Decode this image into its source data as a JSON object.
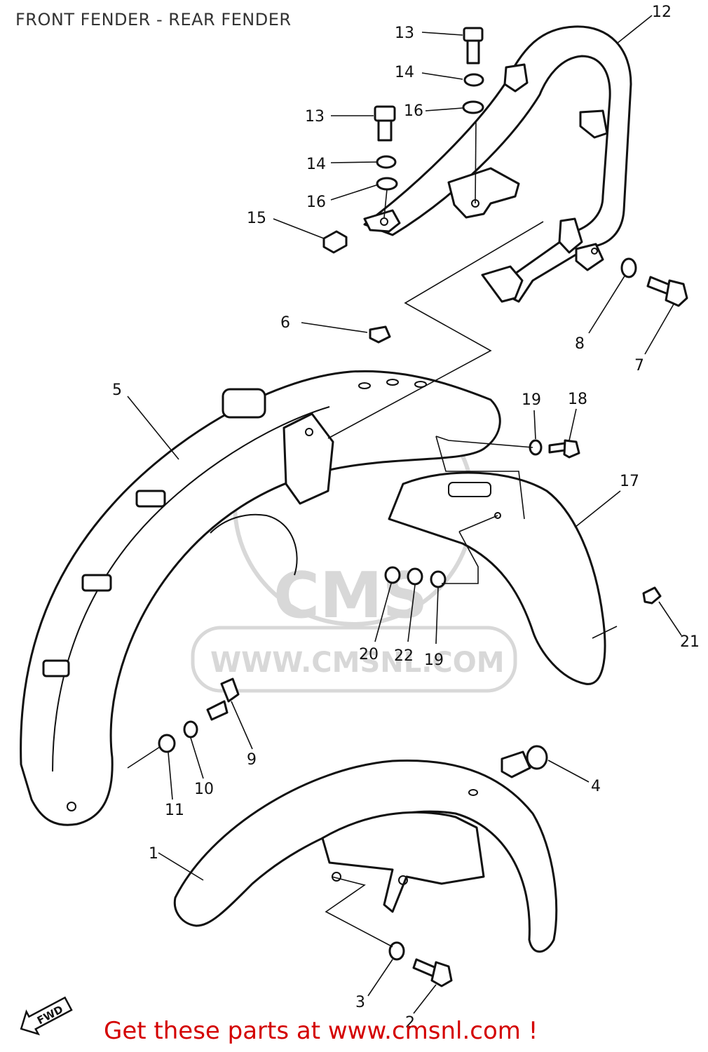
{
  "title": "FRONT FENDER - REAR FENDER",
  "footer": {
    "link_text": "Get these parts at www.cmsnl.com !"
  },
  "watermark": {
    "logo_text": "CMS",
    "url_text": "WWW.CMSNL.COM"
  },
  "fwd_badge": "FWD",
  "callouts": {
    "c1": "1",
    "c2": "2",
    "c3": "3",
    "c4": "4",
    "c5": "5",
    "c6": "6",
    "c7": "7",
    "c8": "8",
    "c9": "9",
    "c10": "10",
    "c11": "11",
    "c12": "12",
    "c13a": "13",
    "c13b": "13",
    "c14a": "14",
    "c14b": "14",
    "c15": "15",
    "c16a": "16",
    "c16b": "16",
    "c17": "17",
    "c18": "18",
    "c19a": "19",
    "c19b": "19",
    "c20": "20",
    "c21": "21",
    "c22": "22"
  },
  "colors": {
    "link": "#d40000",
    "line": "#111111",
    "watermark": "#d8d8d8"
  }
}
